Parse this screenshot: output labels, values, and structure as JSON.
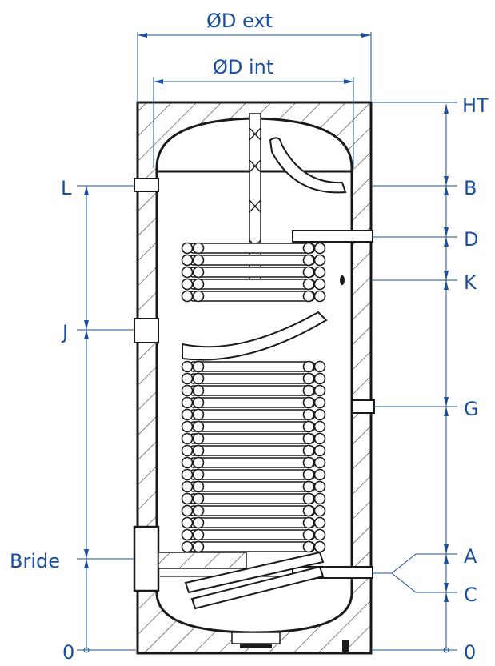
{
  "labels": {
    "d_ext": "ØD ext",
    "d_int": "ØD int",
    "ht": "HT",
    "b": "B",
    "d": "D",
    "k": "K",
    "g": "G",
    "a": "A",
    "c": "C",
    "l": "L",
    "j": "J",
    "bride": "Bride",
    "zero_left": "0",
    "zero_right": "0"
  },
  "colors": {
    "dimension": "#1a4fa0",
    "outline": "#1a1a1a"
  }
}
